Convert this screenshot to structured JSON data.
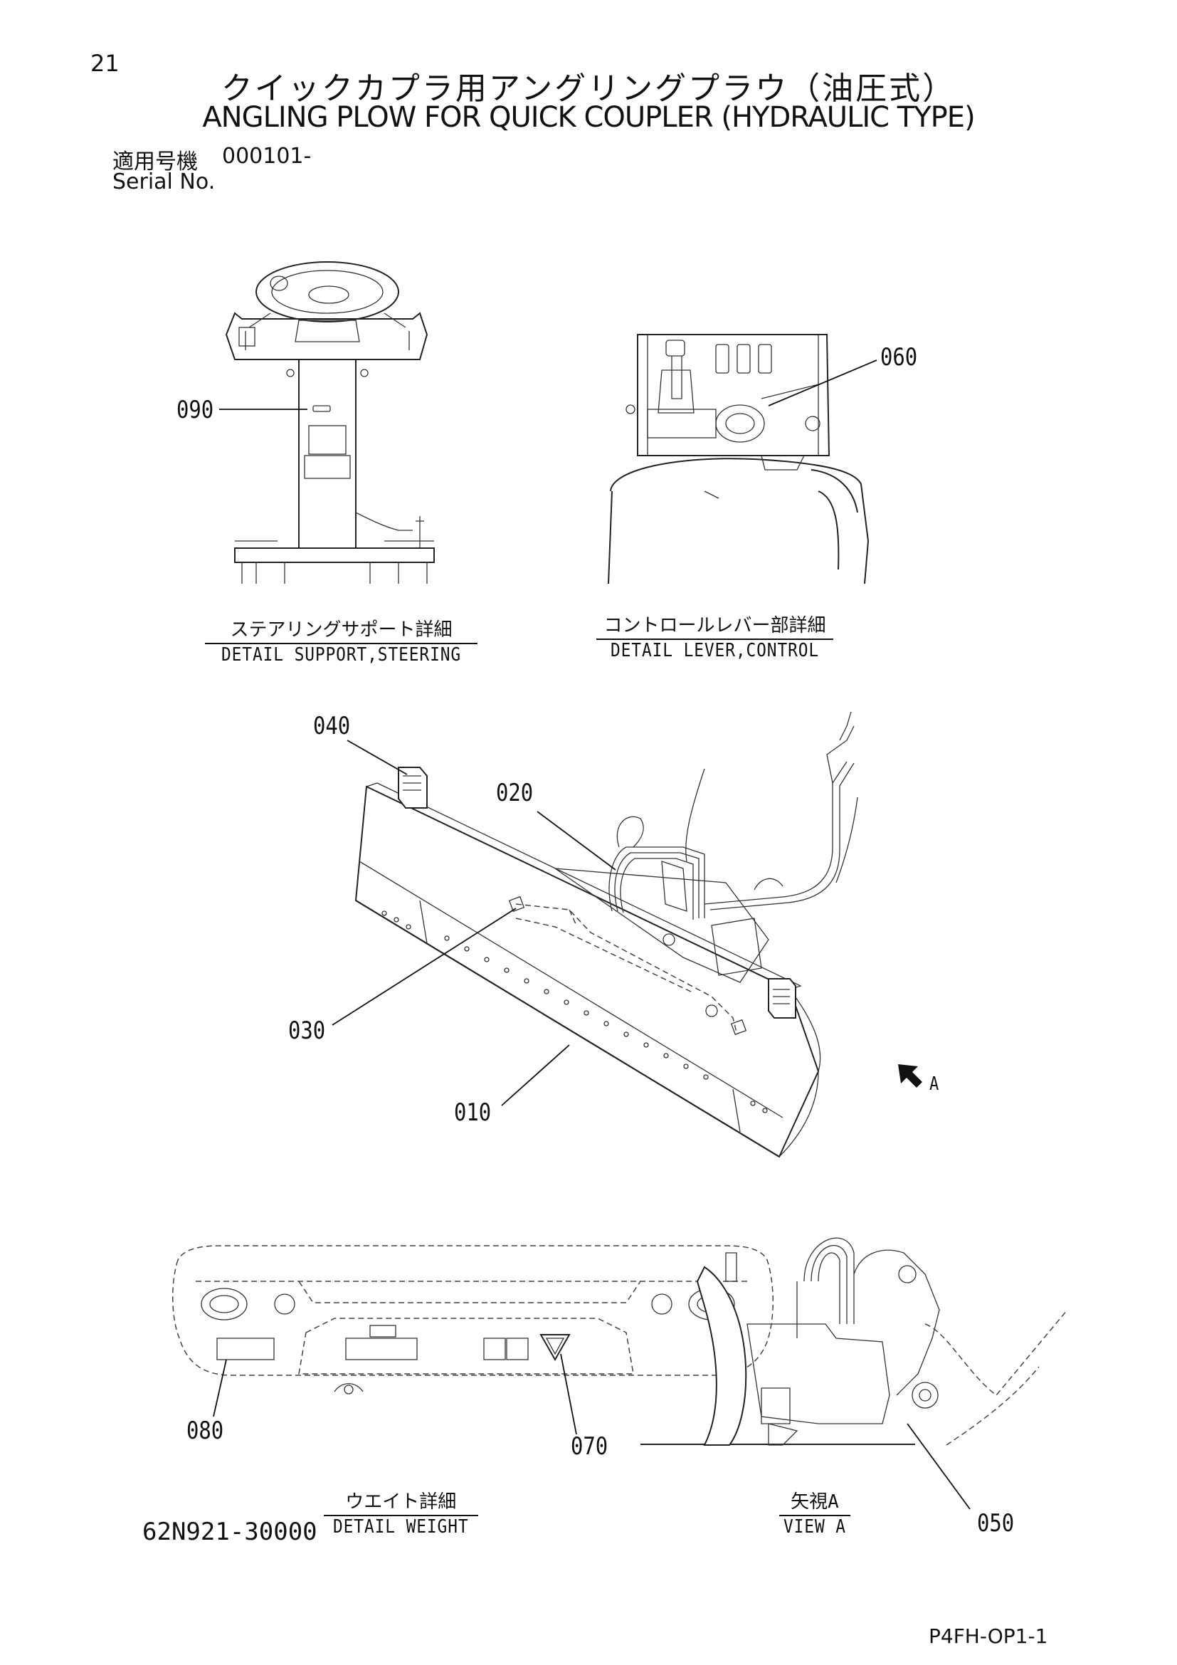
{
  "header": {
    "page_number": "21",
    "title_jp": "クイックカプラ用アングリングプラウ（油圧式）",
    "title_en": "ANGLING PLOW FOR QUICK COUPLER (HYDRAULIC TYPE)",
    "serial_label_jp": "適用号機",
    "serial_value": "000101-",
    "serial_label_en": "Serial No."
  },
  "captions": {
    "steering": {
      "jp": "ステアリングサポート詳細",
      "en": "DETAIL SUPPORT,STEERING"
    },
    "lever": {
      "jp": "コントロールレバー部詳細",
      "en": "DETAIL LEVER,CONTROL"
    },
    "weight": {
      "jp": "ウエイト詳細",
      "en": "DETAIL WEIGHT"
    },
    "view_a": {
      "jp": "矢視A",
      "en": "VIEW A"
    }
  },
  "callouts": {
    "c010": "010",
    "c020": "020",
    "c030": "030",
    "c040": "040",
    "c050": "050",
    "c060": "060",
    "c070": "070",
    "c080": "080",
    "c090": "090",
    "view_arrow": "A"
  },
  "footer": {
    "drawing_number": "62N921-30000",
    "page_code": "P4FH-OP1-1"
  }
}
